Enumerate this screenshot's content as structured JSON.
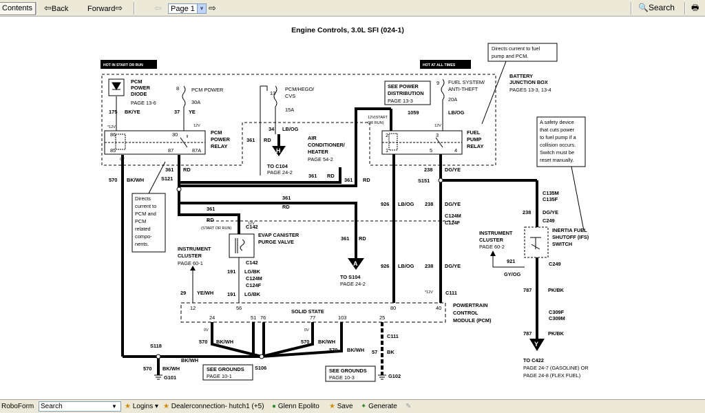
{
  "toolbar": {
    "contents": "Contents",
    "back": "Back",
    "forward": "Forward",
    "page": "Page 1",
    "search": "Search"
  },
  "diagram": {
    "title": "Engine Controls, 3.0L SFI (024-1)",
    "banner_left": "HOT IN START OR RUN",
    "banner_right": "HOT AT ALL TIMES",
    "pcm_diode": [
      "PCM",
      "POWER",
      "DIODE",
      "PAGE 13-6"
    ],
    "fuse8": {
      "num": "8",
      "name": "PCM POWER",
      "amp": "30A"
    },
    "fuse13": {
      "num": "13",
      "name1": "PCM/HEGO/",
      "name2": "CVS",
      "amp": "15A"
    },
    "fuse9": {
      "num": "9",
      "name1": "FUEL SYSTEM/",
      "name2": "ANTI-THEFT",
      "amp": "20A"
    },
    "see_power": [
      "SEE POWER",
      "DISTRIBUTION",
      "PAGE 13-3"
    ],
    "battery_box": [
      "BATTERY",
      "JUNCTION BOX",
      "PAGES 13-3, 13-4"
    ],
    "callout_fuel": [
      "Directs current to fuel",
      "pump and PCM."
    ],
    "callout_pcm": [
      "Directs",
      "current to",
      "PCM and",
      "PCM",
      "related",
      "compo-",
      "nents."
    ],
    "callout_inertia": [
      "A safety device",
      "that cuts power",
      "to fuel pump if a",
      "collision occurs.",
      "Switch must be",
      "reset manually."
    ],
    "pcm_relay": [
      "PCM",
      "POWER",
      "RELAY"
    ],
    "fuel_relay": [
      "FUEL",
      "PUMP",
      "RELAY"
    ],
    "ac_heater": [
      "AIR",
      "CONDITIONER/",
      "HEATER",
      "PAGE 54-2"
    ],
    "to_c104": [
      "TO C104",
      "PAGE 24-2"
    ],
    "to_s104": [
      "TO S104",
      "PAGE 24-2"
    ],
    "evap": [
      "EVAP CANISTER",
      "PURGE VALVE"
    ],
    "inst_cluster_left": [
      "INSTRUMENT",
      "CLUSTER",
      "PAGE 60-1"
    ],
    "inst_cluster_right": [
      "INSTRUMENT",
      "CLUSTER",
      "PAGE 60-2"
    ],
    "inertia": [
      "INERTIA FUEL",
      "SHUTOFF (IFS)",
      "SWITCH"
    ],
    "solid_state": "SOLID STATE",
    "pcm_module": [
      "POWERTRAIN",
      "CONTROL",
      "MODULE (PCM)"
    ],
    "see_grounds_1": [
      "SEE GROUNDS",
      "PAGE 10-1"
    ],
    "see_grounds_2": [
      "SEE GROUNDS",
      "PAGE 10-3"
    ],
    "to_c422": [
      "TO C422",
      "PAGE 24-7 (GASOLINE) OR",
      "PAGE 24-8 (FLEX FUEL)"
    ],
    "start_or_run": "(START OR RUN)",
    "start_or_run_fuel": [
      "12V(START",
      "OR RUN)"
    ],
    "wires": {
      "w175": "175",
      "bkye": "BK/YE",
      "w37": "37",
      "ye": "YE",
      "w34": "34",
      "lbog": "LB/OG",
      "w361": "361",
      "rd": "RD",
      "w570": "570",
      "bkwh": "BK/WH",
      "w1059": "1059",
      "w238": "238",
      "dgye": "DG/YE",
      "w926": "926",
      "w191": "191",
      "lgbk": "LG/BK",
      "w29": "29",
      "yewh": "YE/WH",
      "w921": "921",
      "gyog": "GY/OG",
      "w787": "787",
      "pkbk": "PK/BK",
      "w57": "57",
      "bk": "BK"
    },
    "splices": {
      "s121": "S121",
      "s151": "S151",
      "s118": "S118",
      "s106": "S106"
    },
    "grounds": {
      "g101": "G101",
      "g102": "G102"
    },
    "connectors": {
      "c142": "C142",
      "c124m": "C124M",
      "c124f": "C124F",
      "c111": "C111",
      "c135m": "C135M",
      "c135f": "C135F",
      "c249": "C249",
      "c309f": "C309F",
      "c309m": "C309M"
    },
    "pins": {
      "p86": "86",
      "p85": "85",
      "p30": "30",
      "p87": "87",
      "p87a": "87A",
      "p2": "2",
      "p3": "3",
      "p1": "1",
      "p5": "5",
      "p4": "4",
      "p12": "12",
      "p56": "56",
      "p80": "80",
      "p40": "40",
      "p24": "24",
      "p51": "51",
      "p76": "76",
      "p77": "77",
      "p103": "103",
      "p25": "25"
    },
    "volts": {
      "v12": "12V",
      "v0": "0V",
      "v12st": "*12V"
    },
    "endpoints": {
      "h": "H",
      "a": "A",
      "y": "Y"
    }
  },
  "statusbar": {
    "roboform": "RoboForm",
    "search": "Search",
    "logins": "Logins",
    "dealer": "Dealerconnection- hutch1 (+5)",
    "user": "Glenn Epolito",
    "save": "Save",
    "generate": "Generate"
  }
}
